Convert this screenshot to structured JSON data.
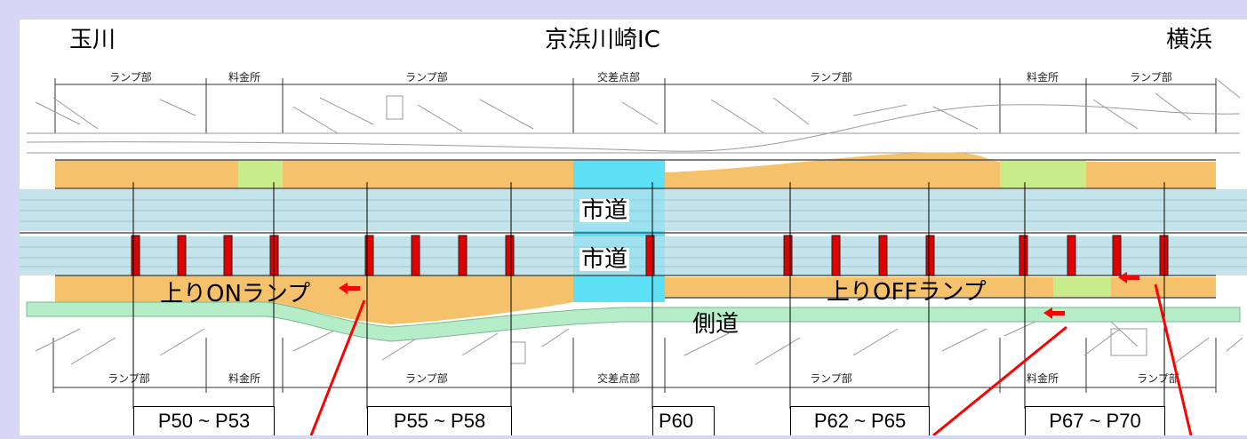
{
  "places": {
    "left": "玉川",
    "center": "京浜川崎IC",
    "right": "横浜"
  },
  "sections_top": [
    "ランプ部",
    "料金所",
    "ランプ部",
    "交差点部",
    "ランプ部",
    "料金所",
    "ランプ部"
  ],
  "sections_bottom": [
    "ランプ部",
    "料金所",
    "ランプ部",
    "交差点部",
    "ランプ部",
    "料金所",
    "ランプ部"
  ],
  "roads": {
    "city_road_upper": "市道",
    "city_road_lower": "市道",
    "side_road": "側道",
    "on_ramp": "上りONランプ",
    "off_ramp": "上りOFFランプ"
  },
  "pier_groups": [
    "P50 ~ P53",
    "P55 ~ P58",
    "P60",
    "P62 ~ P65",
    "P67 ~ P70"
  ],
  "colors": {
    "background": "#d6d6f5",
    "ramp": "#f5c26b",
    "toll": "#c9ec8a",
    "intersection": "#5ce0f5",
    "city_road": "#c4e3ea",
    "side_road": "#b5edc8",
    "pier": "#e00000",
    "arrow": "#ff0000"
  }
}
